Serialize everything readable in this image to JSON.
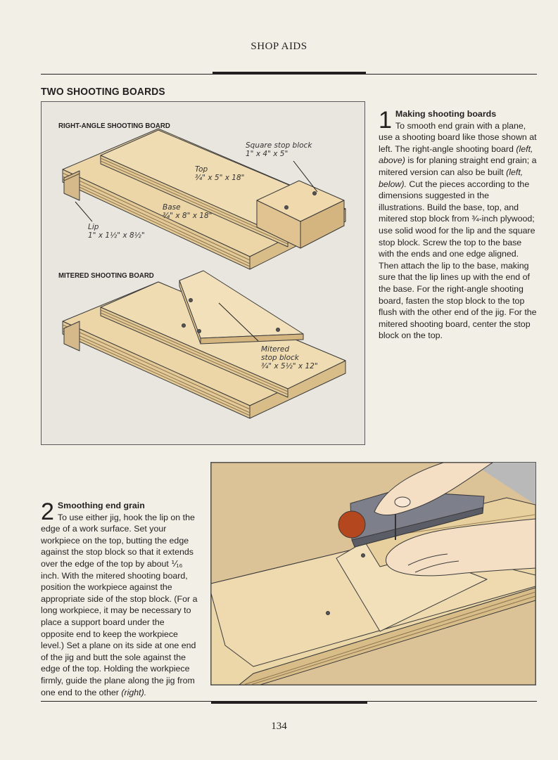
{
  "running_head": "SHOP AIDS",
  "section_title": "TWO SHOOTING BOARDS",
  "figure": {
    "label_top": "RIGHT-ANGLE SHOOTING BOARD",
    "label_bottom": "MITERED SHOOTING BOARD",
    "callouts": {
      "square_stop_block": {
        "name": "Square stop block",
        "dims": "1\" x 4\" x 5\""
      },
      "top": {
        "name": "Top",
        "dims": "¾\" x 5\" x 18\""
      },
      "base": {
        "name": "Base",
        "dims": "¾\" x 8\" x 18\""
      },
      "lip": {
        "name": "Lip",
        "dims": "1\" x 1½\" x 8½\""
      },
      "mitered_stop_block": {
        "name1": "Mitered",
        "name2": "stop block",
        "dims": "¾\" x 5½\" x 12\""
      }
    }
  },
  "step1": {
    "number": "1",
    "heading": "Making shooting boards",
    "t1": "To smooth end grain with a plane, use a shooting board like those shown at left. The right-angle shooting board ",
    "i1": "(left, above)",
    "t2": " is for planing straight end grain; a mitered version can also be built ",
    "i2": "(left, below).",
    "t3": " Cut the pieces according to the dimensions suggested in the illustrations. Build the base, top, and mitered stop block from ¾-inch plywood; use solid wood for the lip and the square stop block. Screw the top to the base with the ends and one edge aligned. Then attach the lip to the base, making sure that the lip lines up with the end of the base. For the right-angle shooting board, fasten the stop block to the top flush with the other end of the jig. For the mitered shooting board, center the stop block on the top."
  },
  "step2": {
    "number": "2",
    "heading": "Smoothing end grain",
    "t1": "To use either jig, hook the lip on the edge of a work surface. Set your workpiece on the top, butting the edge against the stop block so that it extends over the edge of the top by about ⅟₁₆ inch. With the mitered shooting board, position the workpiece against the appropriate side of the stop block. (For a long workpiece, it may be necessary to place a support board under the opposite end to keep the workpiece level.) Set a plane on its side at one end of the jig and butt the sole against the edge of the top. Holding the workpiece firmly, guide the plane along the jig from one end to the other ",
    "i1": "(right)."
  },
  "folio": "134"
}
